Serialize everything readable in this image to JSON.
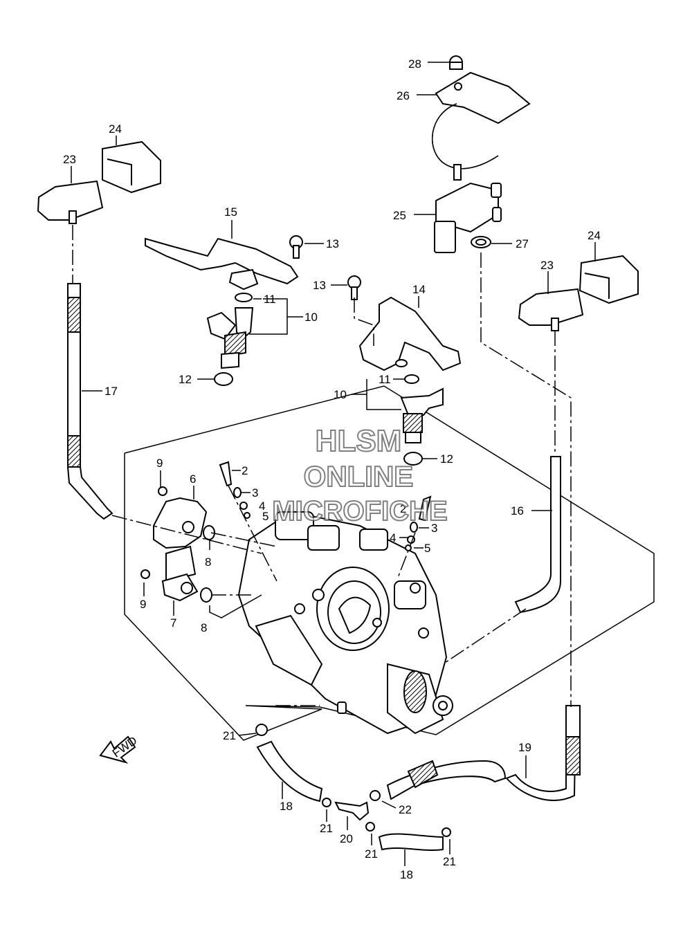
{
  "watermark": {
    "line1": "HLSM",
    "line2": "ONLINE",
    "line3": "MICROFICHE"
  },
  "fwd_label": "FWD",
  "callouts": {
    "c28": "28",
    "c26": "26",
    "c24a": "24",
    "c23a": "23",
    "c25": "25",
    "c27": "27",
    "c15": "15",
    "c13a": "13",
    "c13b": "13",
    "c14": "14",
    "c24b": "24",
    "c23b": "23",
    "c11a": "11",
    "c10a": "10",
    "c12a": "12",
    "c17": "17",
    "c11b": "11",
    "c10b": "10",
    "c12b": "12",
    "c9a": "9",
    "c6": "6",
    "c2a": "2",
    "c3a": "3",
    "c4a": "4",
    "c5a": "5",
    "c16": "16",
    "c2b": "2",
    "c3b": "3",
    "c4b": "4",
    "c5b": "5",
    "c8a": "8",
    "c9b": "9",
    "c7": "7",
    "c8b": "8",
    "c21a": "21",
    "c19": "19",
    "c18a": "18",
    "c22": "22",
    "c21b": "21",
    "c20": "20",
    "c21c": "21",
    "c21d": "21",
    "c18b": "18"
  }
}
